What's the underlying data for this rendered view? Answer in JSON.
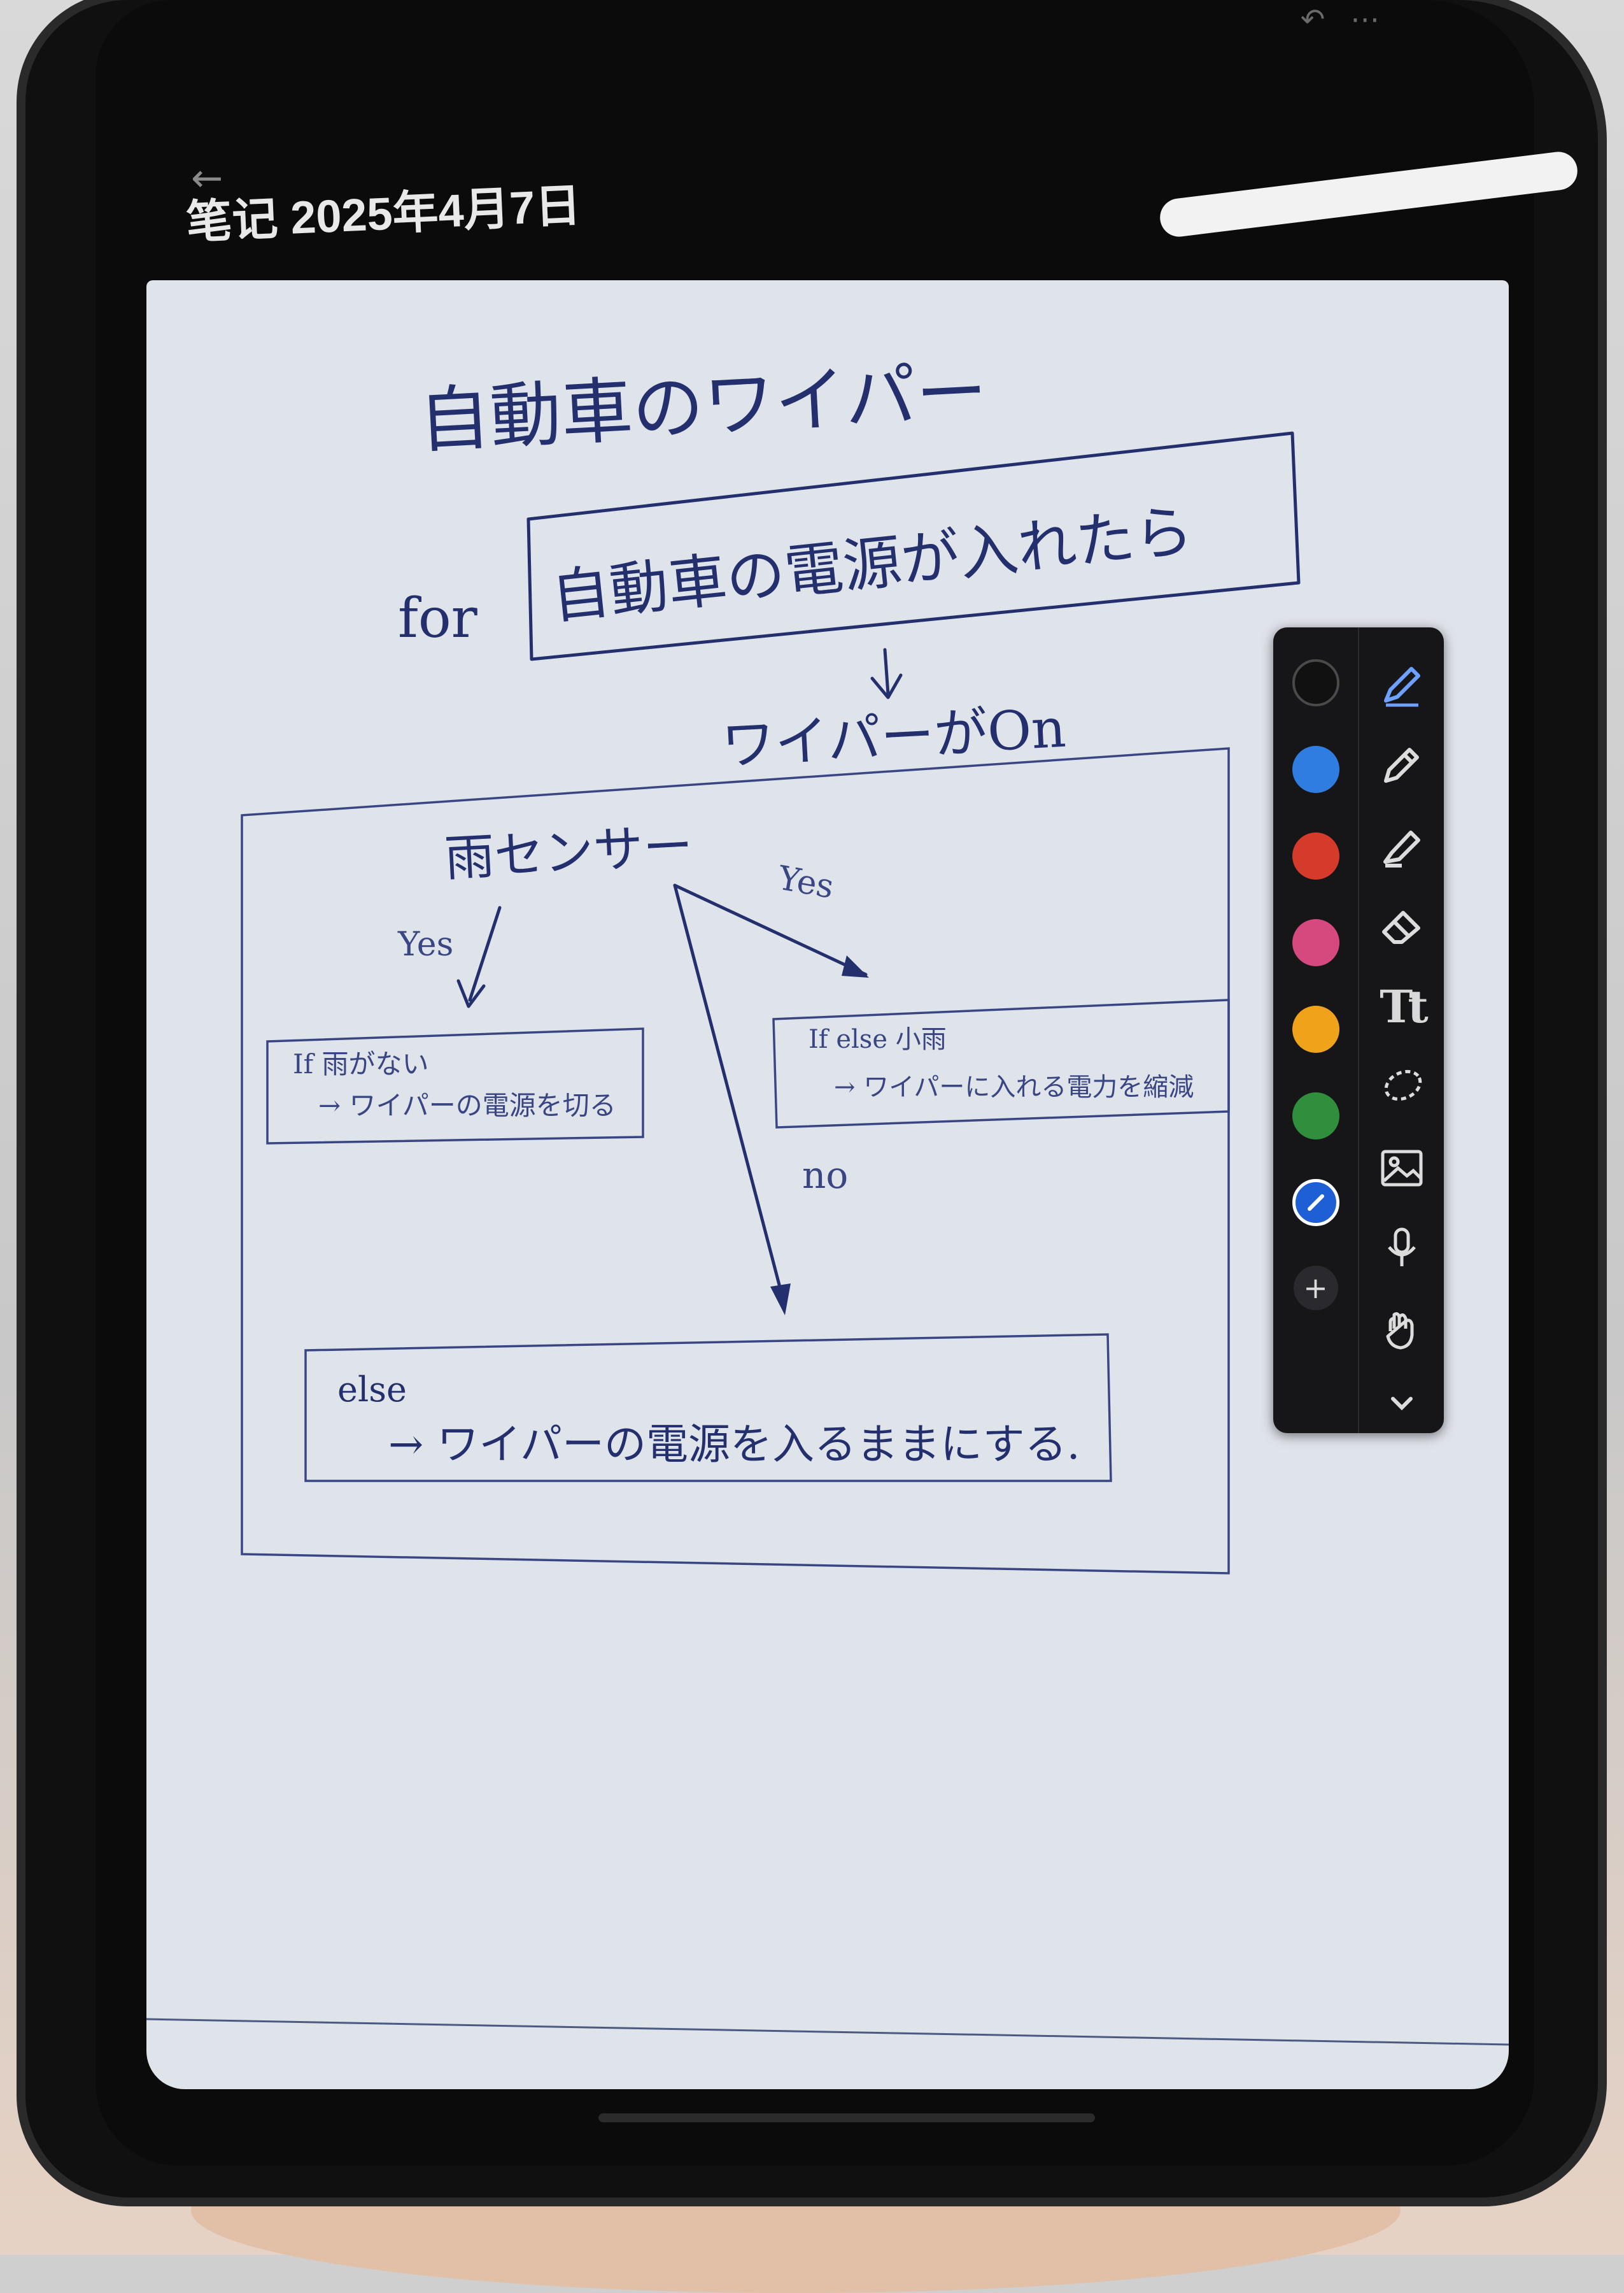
{
  "header": {
    "back_icon": "back-arrow-icon",
    "title": "笔记 2025年4月7日",
    "undo_icon": "undo-icon",
    "more_icon": "more-icon"
  },
  "canvas": {
    "title": "自動車のワイパー",
    "for_label": "for",
    "condition": "自動車の電源が入れたら",
    "wiper_on": "ワイパーがOn",
    "rain_sensor": "雨センサー",
    "yes_left": "Yes",
    "yes_right": "Yes",
    "no": "no",
    "if_line1": "If 雨がない",
    "if_line2": "→ ワイパーの電源を切る",
    "elif_line1": "If else 小雨",
    "elif_line2": "→ ワイパーに入れる電力を縮減",
    "else_label": "else",
    "else_line": "→ ワイパーの電源を入るままにする."
  },
  "toolbar": {
    "colors": [
      {
        "name": "black",
        "hex": "#111111"
      },
      {
        "name": "blue",
        "hex": "#2f7de0"
      },
      {
        "name": "red",
        "hex": "#d63a2b"
      },
      {
        "name": "pink",
        "hex": "#d6497e"
      },
      {
        "name": "orange",
        "hex": "#f0a21a"
      },
      {
        "name": "green",
        "hex": "#2f8f3d"
      }
    ],
    "active_color": "#1f5fd6",
    "tools": [
      "pen-icon",
      "pencil-icon",
      "highlighter-icon",
      "eraser-icon",
      "text-icon",
      "lasso-icon",
      "image-icon",
      "microphone-icon",
      "hand-icon",
      "chevron-down-icon"
    ],
    "text_tool_label": "Tt"
  }
}
